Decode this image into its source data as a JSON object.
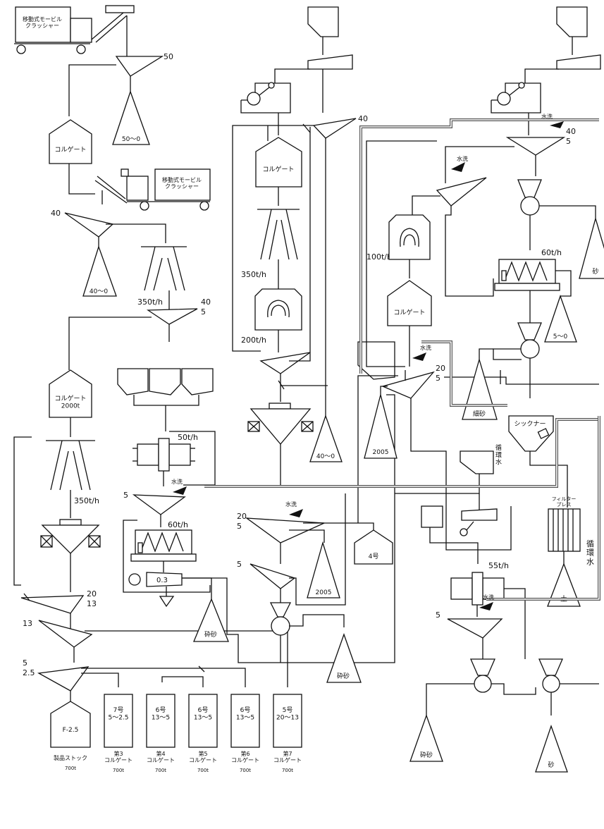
{
  "equipment": {
    "mobile_crusher": "移動式モービル\nクラッシャー",
    "mobile_crusher_2": "移動式モービル\nクラッシャー",
    "corrugate": "コルゲート",
    "corrugate_2000": "コルゲート\n2000t",
    "corrugate_mid": "コルゲート",
    "corrugate_right": "コルゲート",
    "thickener": "シックナー",
    "filter_press": "フィルター\nプレス",
    "classifier_03": "0.3"
  },
  "labels": {
    "screen_50": "50",
    "pile_50_0": "50〜0",
    "screen_40": "40",
    "pile_40_0": "40〜0",
    "rate_350_a": "350t/h",
    "rate_350_b": "350t/h",
    "rate_350_c": "350t/h",
    "rate_200": "200t/h",
    "rate_100": "100t/h",
    "rate_60_a": "60t/h",
    "rate_60_b": "60t/h",
    "rate_50": "50t/h",
    "rate_55": "55t/h",
    "cut_40_a": "40",
    "cut_5_a": "5",
    "cut_40_b": "40",
    "cut_40_c": "40",
    "cut_5_b": "5",
    "cut_20_a": "20",
    "cut_5_c": "5",
    "cut_20_b": "20",
    "cut_5_d": "5",
    "cut_5_e": "5",
    "cut_5_f": "5",
    "cut_20_c": "20",
    "cut_13_a": "13",
    "cut_13_b": "13",
    "cut_5_g": "5",
    "cut_2_5": "2.5",
    "cut_5_h": "5",
    "cut_40_d": "40",
    "water_wash": "水洗",
    "pile_sand": "砂",
    "pile_5_0": "5〜0",
    "pile_fine_sand": "細砂",
    "pile_2005_a": "2005",
    "pile_2005_b": "2005",
    "pile_40_0_b": "40〜0",
    "pile_crushed_sand_a": "砕砂",
    "pile_crushed_sand_b": "砕砂",
    "pile_crushed_sand_c": "砕砂",
    "pile_sand_b": "砂",
    "pile_soil": "土",
    "bin_no4": "4号",
    "circ_water_a": "循\n環\n水",
    "circ_water_b": "循\n環\n水"
  },
  "bins": [
    {
      "top": "F-2.5",
      "bottom": "製品ストック",
      "cap": "700t"
    },
    {
      "top": "7号\n5〜2.5",
      "bottom": "第3\nコルゲート",
      "cap": "700t"
    },
    {
      "top": "6号\n13〜5",
      "bottom": "第4\nコルゲート",
      "cap": "700t"
    },
    {
      "top": "6号\n13〜5",
      "bottom": "第5\nコルゲート",
      "cap": "700t"
    },
    {
      "top": "6号\n13〜5",
      "bottom": "第6\nコルゲート",
      "cap": "700t"
    },
    {
      "top": "5号\n20〜13",
      "bottom": "第7\nコルゲート",
      "cap": "700t"
    }
  ]
}
